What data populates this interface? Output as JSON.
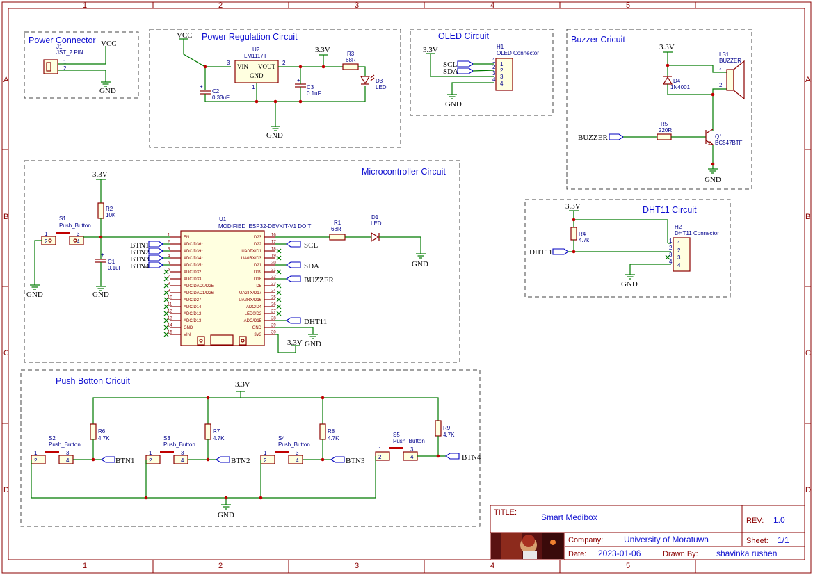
{
  "border": {
    "columns": [
      "1",
      "2",
      "3",
      "4",
      "5"
    ],
    "rows": [
      "A",
      "B",
      "C",
      "D"
    ]
  },
  "sections": {
    "power_connector": "Power Connector",
    "power_regulation": "Power Regulation Circuit",
    "oled": "OLED Circuit",
    "buzzer": "Buzzer Cricuit",
    "microcontroller": "Microcontroller Circuit",
    "dht11": "DHT11 Circuit",
    "push_button": "Push Botton Cricuit"
  },
  "nets": {
    "vcc": "VCC",
    "v33": "3.3V",
    "gnd": "GND",
    "scl": "SCL",
    "sda": "SDA",
    "buzzer": "BUZZER",
    "dht11": "DHT11",
    "btn1": "BTN1",
    "btn2": "BTN2",
    "btn3": "BTN3",
    "btn4": "BTN4"
  },
  "components": {
    "j1": {
      "ref": "J1",
      "value": "JST_2 PIN"
    },
    "u2": {
      "ref": "U2",
      "value": "LM1117T",
      "vin": "VIN",
      "vout": "VOUT",
      "gnd": "GND"
    },
    "c2": {
      "ref": "C2",
      "value": "0.33uF"
    },
    "c3": {
      "ref": "C3",
      "value": "0.1uF"
    },
    "r3": {
      "ref": "R3",
      "value": "68R"
    },
    "d3": {
      "ref": "D3",
      "value": "LED"
    },
    "h1": {
      "ref": "H1",
      "value": "OLED Connector"
    },
    "ls1": {
      "ref": "LS1",
      "value": "BUZZER"
    },
    "d4": {
      "ref": "D4",
      "value": "1N4001"
    },
    "r5": {
      "ref": "R5",
      "value": "220R"
    },
    "q1": {
      "ref": "Q1",
      "value": "BC547BTF"
    },
    "r2": {
      "ref": "R2",
      "value": "10K"
    },
    "c1": {
      "ref": "C1",
      "value": "0.1uF"
    },
    "s1": {
      "ref": "S1",
      "value": "Push_Button"
    },
    "u1": {
      "ref": "U1",
      "value": "MODIFIED_ESP32-DEVKIT-V1 DOIT"
    },
    "r1": {
      "ref": "R1",
      "value": "68R"
    },
    "d1": {
      "ref": "D1",
      "value": "LED"
    },
    "r4": {
      "ref": "R4",
      "value": "4.7k"
    },
    "h2": {
      "ref": "H2",
      "value": "DHT11 Connector"
    },
    "s2": {
      "ref": "S2",
      "value": "Push_Button"
    },
    "s3": {
      "ref": "S3",
      "value": "Push_Button"
    },
    "s4": {
      "ref": "S4",
      "value": "Push_Button"
    },
    "s5": {
      "ref": "S5",
      "value": "Push_Button"
    },
    "r6": {
      "ref": "R6",
      "value": "4.7K"
    },
    "r7": {
      "ref": "R7",
      "value": "4.7K"
    },
    "r8": {
      "ref": "R8",
      "value": "4.7K"
    },
    "r9": {
      "ref": "R9",
      "value": "4.7K"
    }
  },
  "esp32_left_pins": [
    {
      "num": "1",
      "name": "EN"
    },
    {
      "num": "2",
      "name": "ADC/D36*"
    },
    {
      "num": "3",
      "name": "ADC/D39*"
    },
    {
      "num": "4",
      "name": "ADC/D34*"
    },
    {
      "num": "5",
      "name": "ADC/D35*"
    },
    {
      "num": "6",
      "name": "ADC/D32"
    },
    {
      "num": "7",
      "name": "ADC/D33"
    },
    {
      "num": "8",
      "name": "ADC/DAC0/D25"
    },
    {
      "num": "9",
      "name": "ADC/DAC1/D26"
    },
    {
      "num": "10",
      "name": "ADC/D27"
    },
    {
      "num": "11",
      "name": "ADC/D14"
    },
    {
      "num": "12",
      "name": "ADC/D12"
    },
    {
      "num": "13",
      "name": "ADC/D13"
    },
    {
      "num": "14",
      "name": "GND"
    },
    {
      "num": "15",
      "name": "VIN"
    }
  ],
  "esp32_right_pins": [
    {
      "num": "16",
      "name": "D23"
    },
    {
      "num": "17",
      "name": "D22"
    },
    {
      "num": "18",
      "name": "UA0TX/D1"
    },
    {
      "num": "19",
      "name": "UA0RX/D3"
    },
    {
      "num": "20",
      "name": "D21"
    },
    {
      "num": "21",
      "name": "D19"
    },
    {
      "num": "22",
      "name": "D18"
    },
    {
      "num": "23",
      "name": "D5"
    },
    {
      "num": "24",
      "name": "UA2TX/D17"
    },
    {
      "num": "25",
      "name": "UA2RX/D16"
    },
    {
      "num": "26",
      "name": "ADC/D4"
    },
    {
      "num": "27",
      "name": "LED0/D2"
    },
    {
      "num": "28",
      "name": "ADC/D15"
    },
    {
      "num": "29",
      "name": "GND"
    },
    {
      "num": "30",
      "name": "3V3"
    }
  ],
  "pins": {
    "one": "1",
    "two": "2",
    "three": "3",
    "four": "4"
  },
  "title_block": {
    "title_label": "TITLE:",
    "title": "Smart Medibox",
    "rev_label": "REV:",
    "rev": "1.0",
    "company_label": "Company:",
    "company": "University of Moratuwa",
    "sheet_label": "Sheet:",
    "sheet": "1/1",
    "date_label": "Date:",
    "date": "2023-01-06",
    "drawn_label": "Drawn By:",
    "drawn": "shavinka rushen"
  },
  "colors": {
    "frame": "#8b0000",
    "wire": "#007a00",
    "label": "#00008b",
    "junction": "#c00000"
  }
}
